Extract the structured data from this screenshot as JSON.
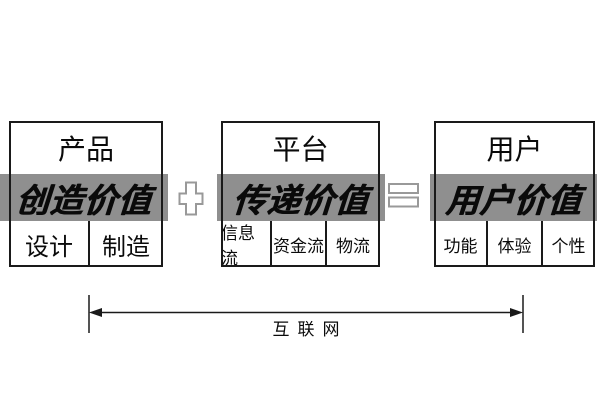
{
  "groups": [
    {
      "header": "产品",
      "band_label": "创造价值",
      "cells": [
        "设计",
        "制造"
      ]
    },
    {
      "header": "平台",
      "band_label": "传递价值",
      "cells": [
        "信息流",
        "资金流",
        "物流"
      ]
    },
    {
      "header": "用户",
      "band_label": "用户价值",
      "cells": [
        "功能",
        "体验",
        "个性"
      ]
    }
  ],
  "operators": {
    "plus": "+",
    "equals": "="
  },
  "bottom": {
    "arrow_label": "互联网"
  },
  "colors": {
    "band_gray": "#8f8f8f",
    "operator_outline": "#999999",
    "border_black": "#1a1a1a",
    "text_black": "#0a0a0a",
    "background": "#ffffff"
  }
}
